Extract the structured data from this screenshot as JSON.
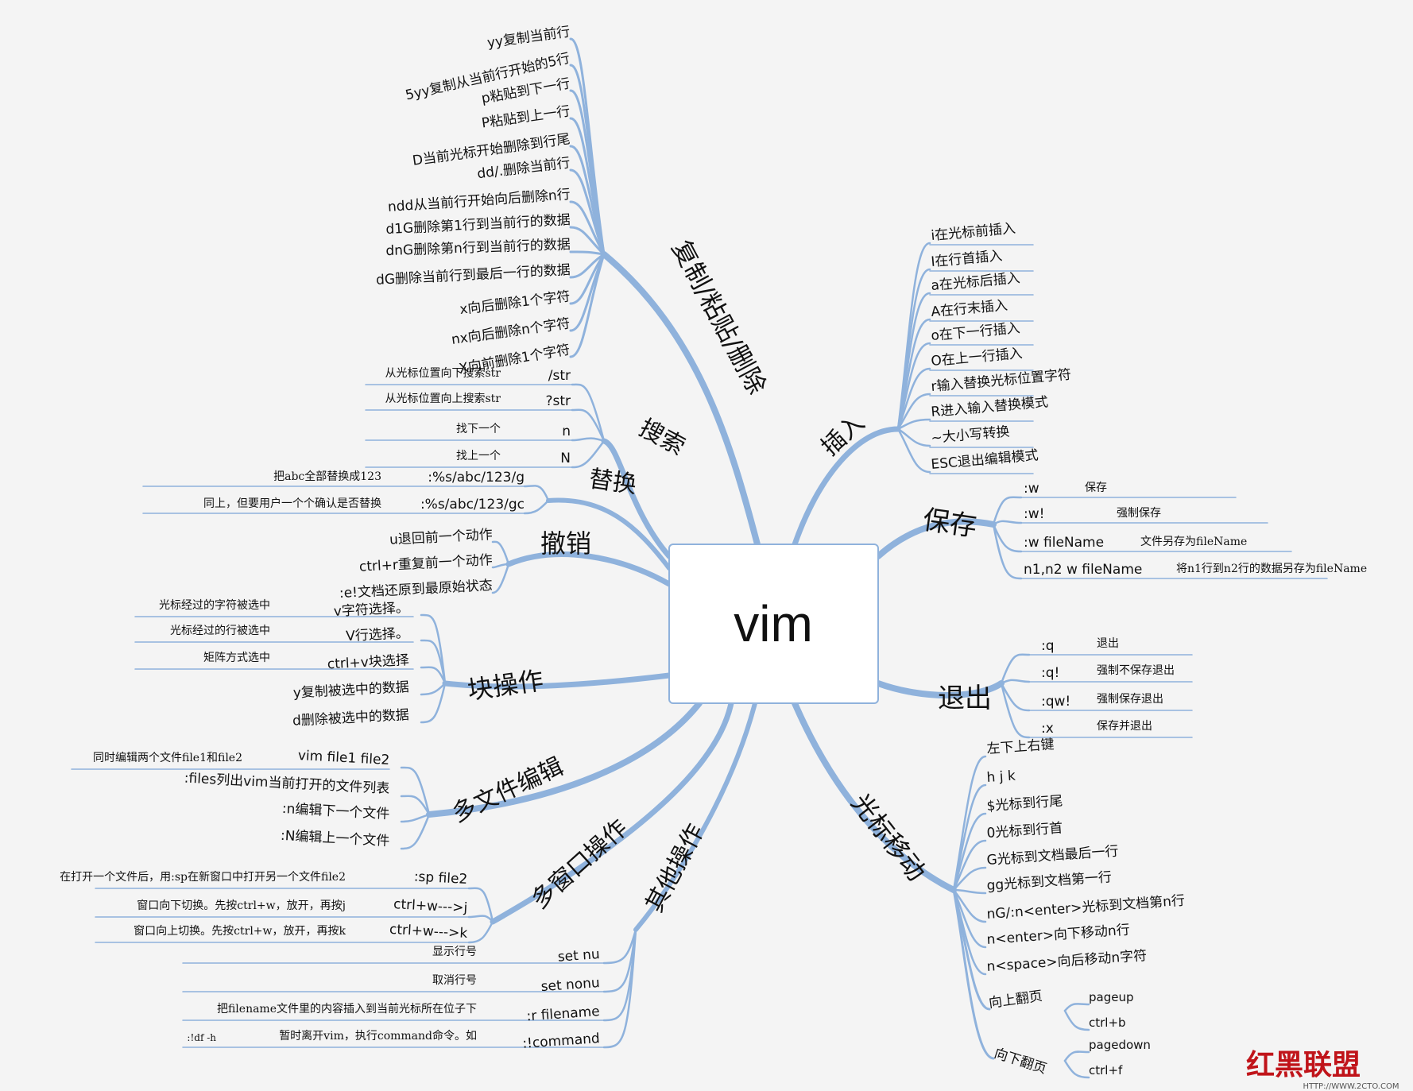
{
  "center": "vim",
  "watermark": {
    "logo": "红黑联盟",
    "url": "HTTP://WWW.2CTO.COM"
  },
  "colors": {
    "branch": "#8fb2dc",
    "background": "#f4f4f4",
    "center_border": "#8fb2dc",
    "watermark": "#c0141a"
  },
  "branches": {
    "copy": {
      "title": "复制/粘贴/删除",
      "items": [
        "yy复制当前行",
        "5yy复制从当前行开始的5行",
        "p粘贴到下一行",
        "P粘贴到上一行",
        "D当前光标开始删除到行尾",
        "dd/.删除当前行",
        "ndd从当前行开始向后删除n行",
        "d1G删除第1行到当前行的数据",
        "dnG删除第n行到当前行的数据",
        "dG删除当前行到最后一行的数据",
        "x向后删除1个字符",
        "nx向后删除n个字符",
        "X向前删除1个字符"
      ]
    },
    "search": {
      "title": "搜索",
      "items": [
        {
          "cmd": "/str",
          "desc": "从光标位置向下搜索str"
        },
        {
          "cmd": "?str",
          "desc": "从光标位置向上搜索str"
        },
        {
          "cmd": "n",
          "desc": "找下一个"
        },
        {
          "cmd": "N",
          "desc": "找上一个"
        }
      ]
    },
    "replace": {
      "title": "替换",
      "items": [
        {
          "cmd": ":%s/abc/123/g",
          "desc": "把abc全部替换成123"
        },
        {
          "cmd": ":%s/abc/123/gc",
          "desc": "同上，但要用户一个个确认是否替换"
        }
      ]
    },
    "undo": {
      "title": "撤销",
      "items": [
        "u退回前一个动作",
        "ctrl+r重复前一个动作",
        ":e!文档还原到最原始状态"
      ]
    },
    "block": {
      "title": "块操作",
      "items": [
        {
          "cmd": "v字符选择。",
          "desc": "光标经过的字符被选中"
        },
        {
          "cmd": "V行选择。",
          "desc": "光标经过的行被选中"
        },
        {
          "cmd": "ctrl+v块选择",
          "desc": "矩阵方式选中"
        },
        {
          "cmd": "y复制被选中的数据",
          "desc": ""
        },
        {
          "cmd": "d删除被选中的数据",
          "desc": ""
        }
      ]
    },
    "multifile": {
      "title": "多文件编辑",
      "items": [
        {
          "cmd": "vim file1 file2",
          "desc": "同时编辑两个文件file1和file2"
        },
        {
          "cmd": ":files列出vim当前打开的文件列表",
          "desc": ""
        },
        {
          "cmd": ":n编辑下一个文件",
          "desc": ""
        },
        {
          "cmd": ":N编辑上一个文件",
          "desc": ""
        }
      ]
    },
    "window": {
      "title": "多窗口操作",
      "items": [
        {
          "cmd": ":sp file2",
          "desc": "在打开一个文件后，用:sp在新窗口中打开另一个文件file2"
        },
        {
          "cmd": "ctrl+w--->j",
          "desc": "窗口向下切换。先按ctrl+w，放开，再按j"
        },
        {
          "cmd": "ctrl+w--->k",
          "desc": "窗口向上切换。先按ctrl+w，放开，再按k"
        }
      ]
    },
    "other": {
      "title": "其他操作",
      "items": [
        {
          "cmd": "set nu",
          "desc": "显示行号"
        },
        {
          "cmd": "set nonu",
          "desc": "取消行号"
        },
        {
          "cmd": ":r filename",
          "desc": "把filename文件里的内容插入到当前光标所在位子下"
        },
        {
          "cmd": ":!command",
          "desc": "暂时离开vim，执行command命令。如",
          "extra": ":!df -h"
        }
      ]
    },
    "insert": {
      "title": "插入",
      "items": [
        "i在光标前插入",
        "I在行首插入",
        "a在光标后插入",
        "A在行末插入",
        "o在下一行插入",
        "O在上一行插入",
        "r输入替换光标位置字符",
        "R进入输入替换模式",
        "~大小写转换",
        "ESC退出编辑模式"
      ]
    },
    "save": {
      "title": "保存",
      "items": [
        {
          "cmd": ":w",
          "desc": "保存"
        },
        {
          "cmd": ":w!",
          "desc": "强制保存"
        },
        {
          "cmd": ":w fileName",
          "desc": "文件另存为fileName"
        },
        {
          "cmd": "n1,n2 w fileName",
          "desc": "将n1行到n2行的数据另存为fileName"
        }
      ]
    },
    "quit": {
      "title": "退出",
      "items": [
        {
          "cmd": ":q",
          "desc": "退出"
        },
        {
          "cmd": ":q!",
          "desc": "强制不保存退出"
        },
        {
          "cmd": ":qw!",
          "desc": "强制保存退出"
        },
        {
          "cmd": ":x",
          "desc": "保存并退出"
        }
      ]
    },
    "cursor": {
      "title": "光标移动",
      "items": [
        "左下上右键",
        "h  j  k",
        "$光标到行尾",
        "0光标到行首",
        "G光标到文档最后一行",
        "gg光标到文档第一行",
        "nG/:n<enter>光标到文档第n行",
        "n<enter>向下移动n行",
        "n<space>向后移动n字符"
      ],
      "pageup": {
        "label": "向上翻页",
        "keys": [
          "pageup",
          "ctrl+b"
        ]
      },
      "pagedown": {
        "label": "向下翻页",
        "keys": [
          "pagedown",
          "ctrl+f"
        ]
      }
    }
  }
}
